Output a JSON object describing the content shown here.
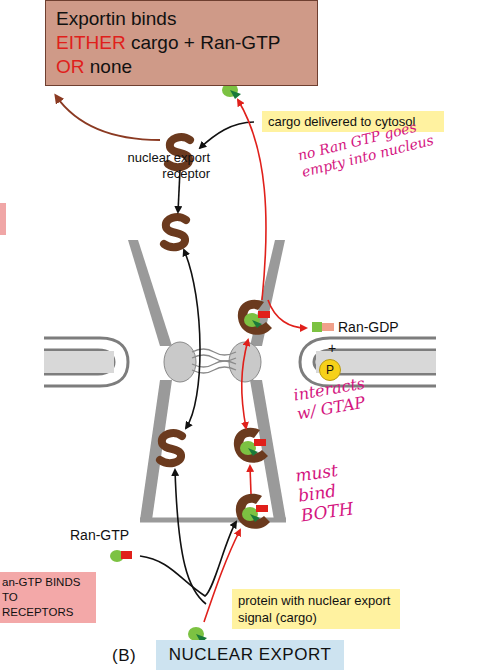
{
  "diagram": {
    "nodes": [
      {
        "text": [
          "Exportin binds EITHER cargo + Ran-GTP OR none"
        ]
      },
      {
        "text": [
          "cargo delivered to cytosol"
        ]
      },
      {
        "text": [
          "P"
        ]
      },
      {
        "text": [
          "an-GTP BINDS TO RECEPTORS"
        ]
      },
      {
        "text": [
          "protein with nuclear export signal (cargo)"
        ]
      },
      {
        "text": [
          "(B)",
          "NUCLEAR EXPORT"
        ]
      }
    ],
    "labels": [
      "nuclear export receptor",
      "no Ran GTP goes empty into nucleus",
      "Ran-GDP",
      "+",
      "interacts w/ GTAP",
      "must bind BOTH",
      "Ran-GTP"
    ]
  }
}
